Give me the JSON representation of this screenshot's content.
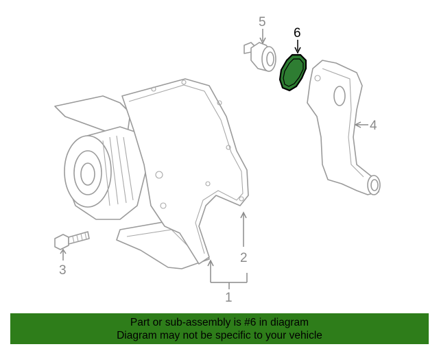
{
  "colors": {
    "highlight_fill": "#2e7d32",
    "highlight_stroke": "#000000",
    "banner_bg": "#2e7d1a",
    "line_gray": "#9a9a9a"
  },
  "callouts": {
    "c1": "1",
    "c2": "2",
    "c3": "3",
    "c4": "4",
    "c5": "5",
    "c6": "6"
  },
  "banner": {
    "line1": "Part or sub-assembly is #6 in diagram",
    "line2": "Diagram may not be specific to your vehicle"
  }
}
